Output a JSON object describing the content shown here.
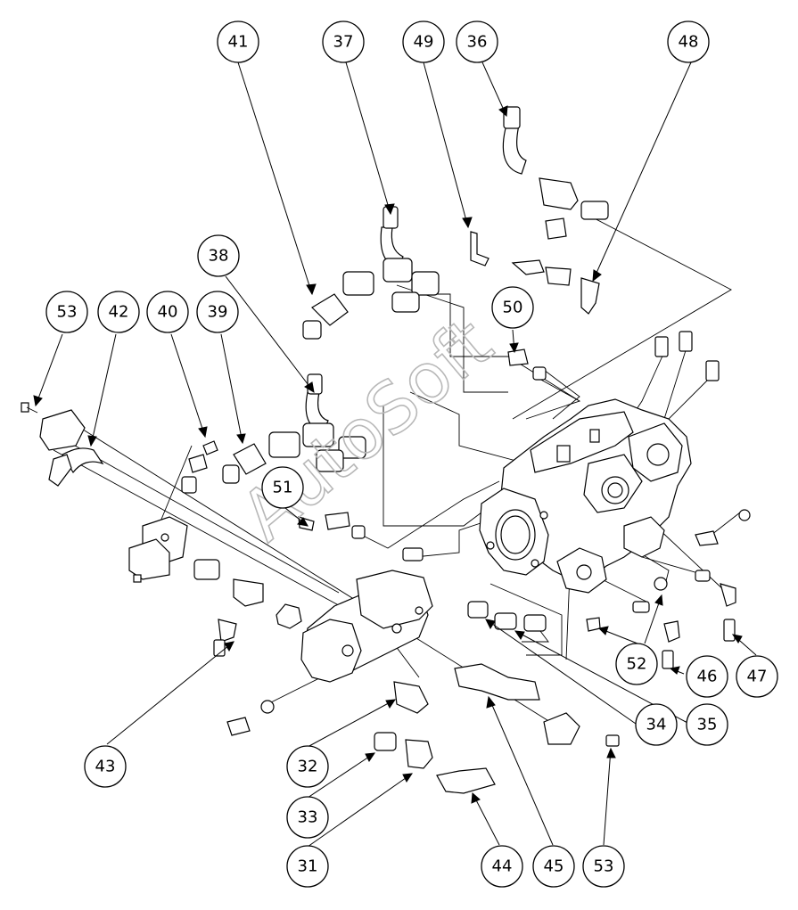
{
  "diagram": {
    "type": "exploded-parts-view",
    "watermark": "AutoSoft",
    "callouts": [
      {
        "id": "c41",
        "label": "41"
      },
      {
        "id": "c37",
        "label": "37"
      },
      {
        "id": "c49",
        "label": "49"
      },
      {
        "id": "c36",
        "label": "36"
      },
      {
        "id": "c48",
        "label": "48"
      },
      {
        "id": "c38",
        "label": "38"
      },
      {
        "id": "c53a",
        "label": "53"
      },
      {
        "id": "c42",
        "label": "42"
      },
      {
        "id": "c40",
        "label": "40"
      },
      {
        "id": "c39",
        "label": "39"
      },
      {
        "id": "c50",
        "label": "50"
      },
      {
        "id": "c51",
        "label": "51"
      },
      {
        "id": "c43",
        "label": "43"
      },
      {
        "id": "c32",
        "label": "32"
      },
      {
        "id": "c33",
        "label": "33"
      },
      {
        "id": "c31",
        "label": "31"
      },
      {
        "id": "c44",
        "label": "44"
      },
      {
        "id": "c45",
        "label": "45"
      },
      {
        "id": "c53b",
        "label": "53"
      },
      {
        "id": "c34",
        "label": "34"
      },
      {
        "id": "c35",
        "label": "35"
      },
      {
        "id": "c52",
        "label": "52"
      },
      {
        "id": "c46",
        "label": "46"
      },
      {
        "id": "c47",
        "label": "47"
      }
    ]
  }
}
